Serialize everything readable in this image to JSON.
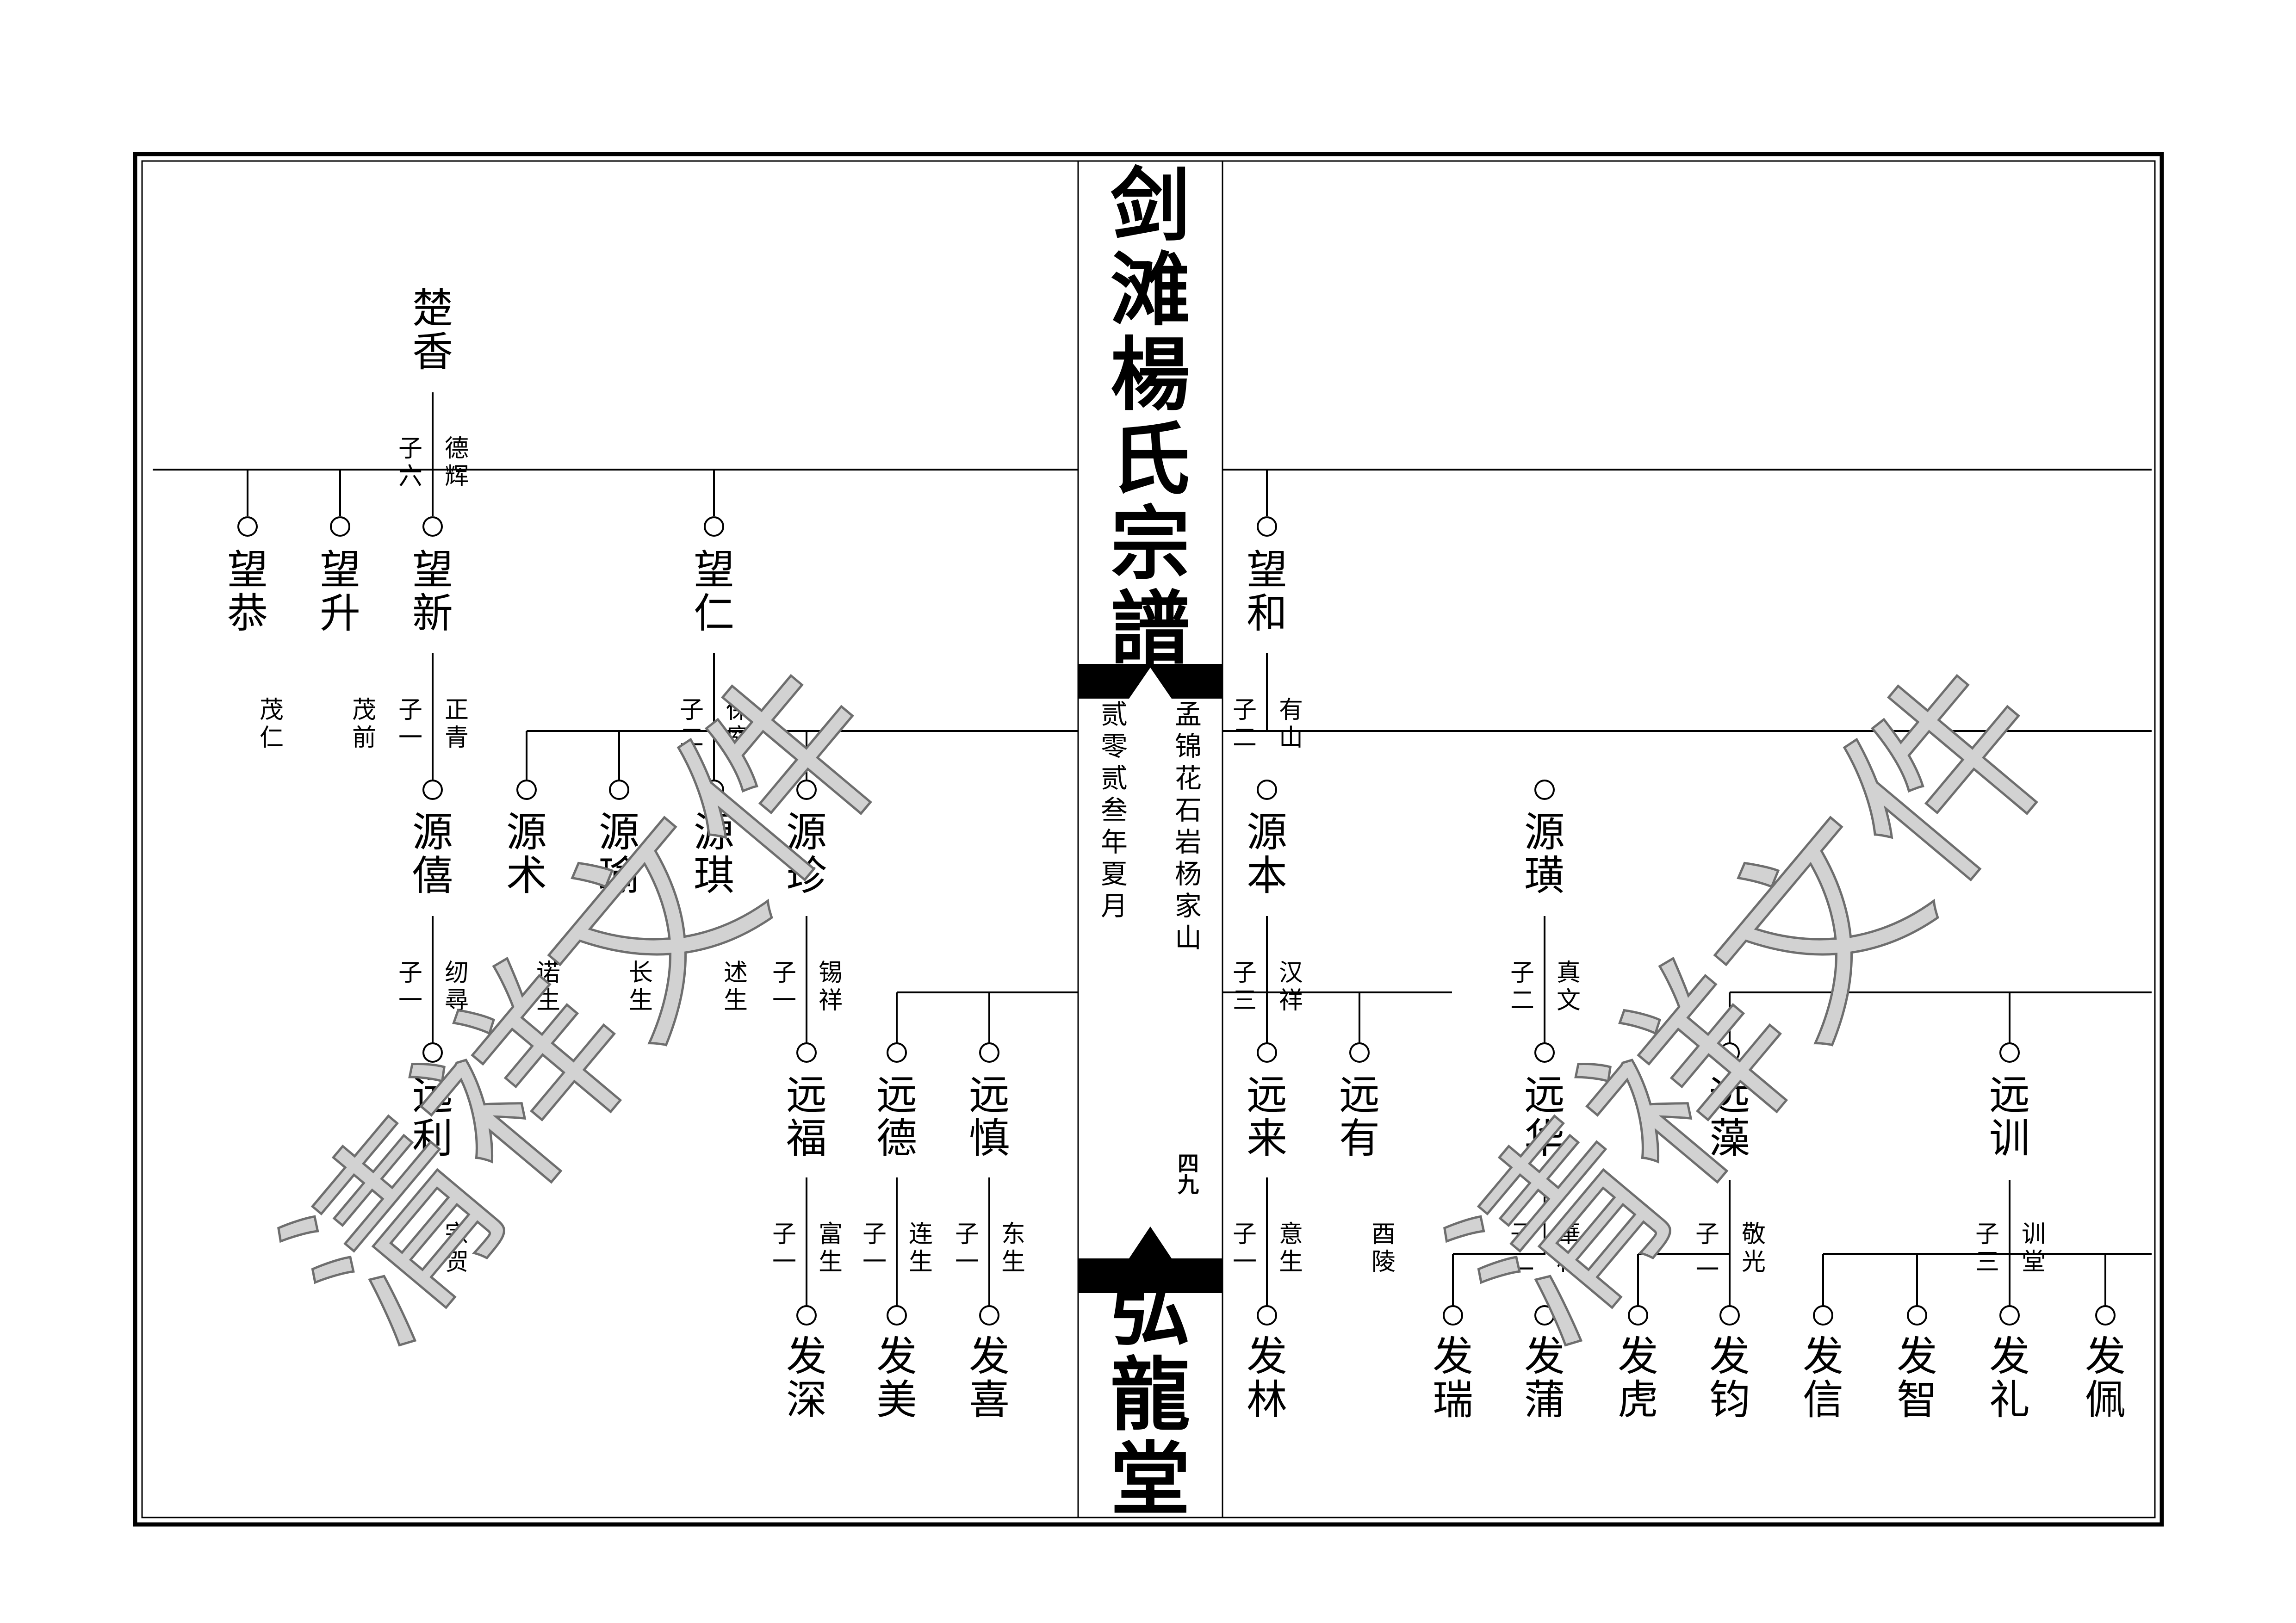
{
  "spine": {
    "title": "剑滩楊氏宗譜",
    "hall": "弘龍堂",
    "page_number": "四九",
    "imprint": [
      "孟锦花石岩杨家山",
      "贰零贰叁年夏月"
    ]
  },
  "watermark": "清祥文件",
  "members": [
    {
      "name": "楚香"
    },
    {
      "name": "望恭"
    },
    {
      "name": "望升"
    },
    {
      "name": "望新"
    },
    {
      "name": "望仁"
    },
    {
      "name": "望和"
    },
    {
      "name": "源僖"
    },
    {
      "name": "源术"
    },
    {
      "name": "源瑜"
    },
    {
      "name": "源琪"
    },
    {
      "name": "源珍"
    },
    {
      "name": "源本"
    },
    {
      "name": "源璜"
    },
    {
      "name": "远利"
    },
    {
      "name": "远福"
    },
    {
      "name": "远德"
    },
    {
      "name": "远慎"
    },
    {
      "name": "远来"
    },
    {
      "name": "远有"
    },
    {
      "name": "远华"
    },
    {
      "name": "远藻"
    },
    {
      "name": "远训"
    },
    {
      "name": "发深"
    },
    {
      "name": "发美"
    },
    {
      "name": "发喜"
    },
    {
      "name": "发林"
    },
    {
      "name": "发瑞"
    },
    {
      "name": "发蒲"
    },
    {
      "name": "发虎"
    },
    {
      "name": "发钧"
    },
    {
      "name": "发信"
    },
    {
      "name": "发智"
    },
    {
      "name": "发礼"
    },
    {
      "name": "发佩"
    }
  ],
  "notes": [
    {
      "text": "子六"
    },
    {
      "text": "德辉"
    },
    {
      "text": "茂仁"
    },
    {
      "text": "茂前"
    },
    {
      "text": "子一"
    },
    {
      "text": "正青"
    },
    {
      "text": "子二"
    },
    {
      "text": "保庭"
    },
    {
      "text": "子二"
    },
    {
      "text": "有山"
    },
    {
      "text": "子一"
    },
    {
      "text": "纫尋"
    },
    {
      "text": "诺生"
    },
    {
      "text": "长生"
    },
    {
      "text": "述生"
    },
    {
      "text": "子一"
    },
    {
      "text": "锡祥"
    },
    {
      "text": "子三"
    },
    {
      "text": "汉祥"
    },
    {
      "text": "子二"
    },
    {
      "text": "真文"
    },
    {
      "text": "宗贺"
    },
    {
      "text": "子一"
    },
    {
      "text": "富生"
    },
    {
      "text": "子一"
    },
    {
      "text": "连生"
    },
    {
      "text": "子一"
    },
    {
      "text": "东生"
    },
    {
      "text": "子一"
    },
    {
      "text": "意生"
    },
    {
      "text": "酉陵"
    },
    {
      "text": "子二"
    },
    {
      "text": "華林"
    },
    {
      "text": "子二"
    },
    {
      "text": "敬光"
    },
    {
      "text": "子三"
    },
    {
      "text": "训堂"
    }
  ]
}
